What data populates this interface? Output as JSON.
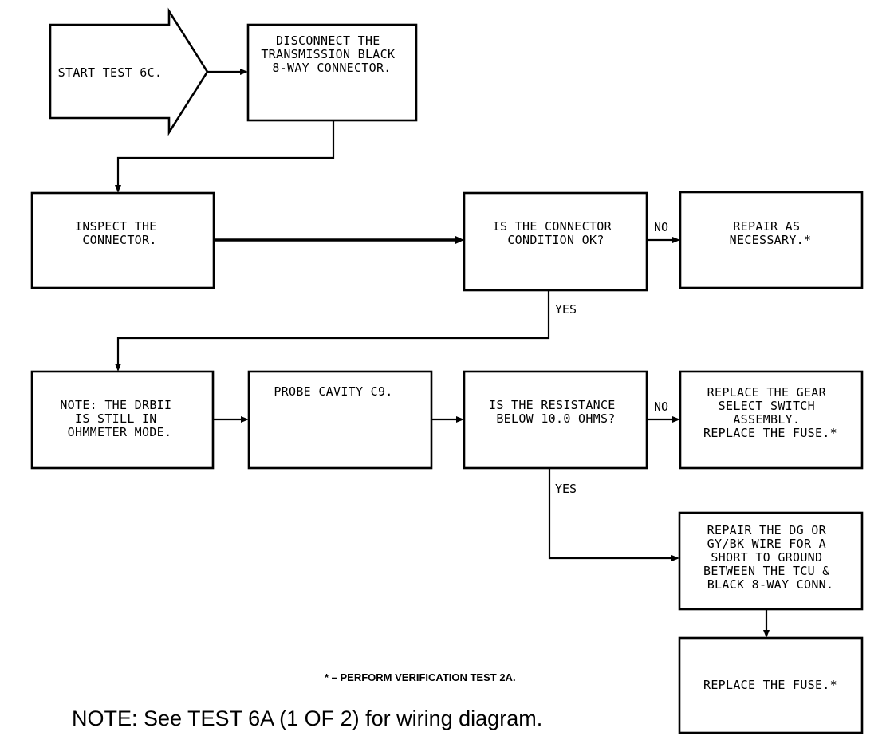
{
  "nodes": {
    "start": {
      "lines": [
        "START TEST 6C."
      ]
    },
    "disconnect": {
      "lines": [
        "DISCONNECT THE",
        "TRANSMISSION BLACK",
        "8-WAY CONNECTOR."
      ]
    },
    "inspect": {
      "lines": [
        "INSPECT THE",
        "CONNECTOR."
      ]
    },
    "connector_ok": {
      "lines": [
        "IS THE CONNECTOR",
        "CONDITION OK?"
      ]
    },
    "repair_as_necessary": {
      "lines": [
        "REPAIR AS",
        "NECESSARY.*"
      ]
    },
    "note_drbii": {
      "lines": [
        "NOTE:  THE DRBII",
        "IS STILL IN",
        "OHMMETER MODE."
      ]
    },
    "probe": {
      "lines": [
        "PROBE CAVITY C9."
      ]
    },
    "resistance": {
      "lines": [
        "IS THE RESISTANCE",
        "BELOW 10.0 OHMS?"
      ]
    },
    "replace_switch": {
      "lines": [
        "REPLACE THE GEAR",
        "SELECT SWITCH",
        "ASSEMBLY.",
        "REPLACE THE FUSE.*"
      ]
    },
    "repair_wire": {
      "lines": [
        "REPAIR THE DG OR",
        "GY/BK WIRE FOR A",
        "SHORT TO GROUND",
        "BETWEEN THE TCU &",
        "BLACK 8-WAY CONN."
      ]
    },
    "replace_fuse": {
      "lines": [
        "REPLACE THE FUSE.*"
      ]
    }
  },
  "edge_labels": {
    "no_1": "NO",
    "yes_1": "YES",
    "no_2": "NO",
    "yes_2": "YES"
  },
  "footnote": "* – PERFORM VERIFICATION TEST 2A.",
  "note": "NOTE: See TEST 6A (1 OF 2) for wiring diagram."
}
